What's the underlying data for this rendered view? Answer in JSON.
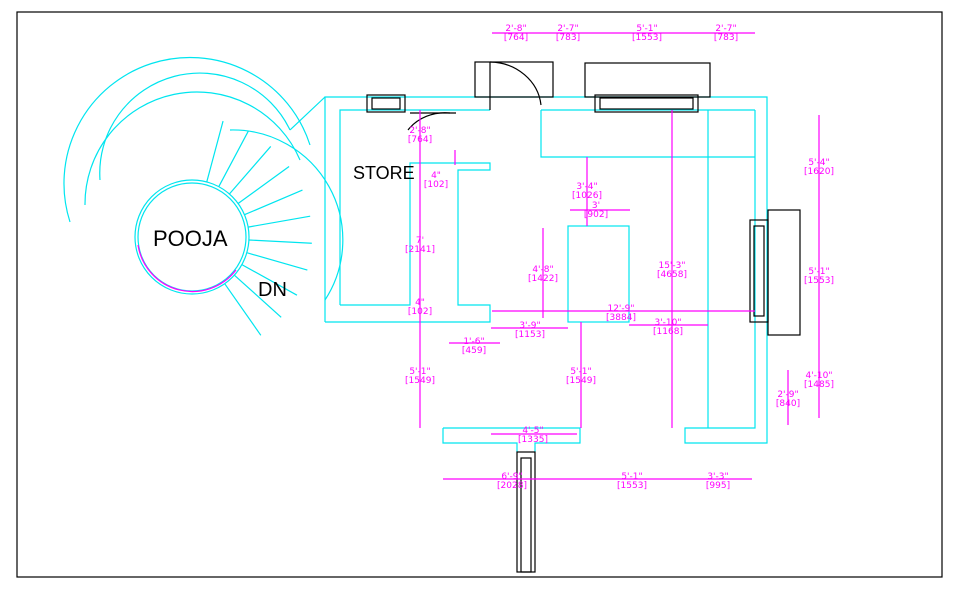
{
  "labels": {
    "store": "STORE",
    "pooja": "POOJA",
    "dn": "DN"
  },
  "colors": {
    "walls": "#00e5ef",
    "dimensions": "#ff00ff",
    "fixtures": "#000000"
  },
  "dimensions": [
    {
      "imperial": "2'-8\"",
      "metric": "[764]"
    },
    {
      "imperial": "2'-7\"",
      "metric": "[783]"
    },
    {
      "imperial": "5'-1\"",
      "metric": "[1553]"
    },
    {
      "imperial": "2'-7\"",
      "metric": "[783]"
    },
    {
      "imperial": "2'-8\"",
      "metric": "[764]"
    },
    {
      "imperial": "4\"",
      "metric": "[102]"
    },
    {
      "imperial": "3'-4\"",
      "metric": "[1026]"
    },
    {
      "imperial": "3'",
      "metric": "[902]"
    },
    {
      "imperial": "7'",
      "metric": "[2141]"
    },
    {
      "imperial": "4'-8\"",
      "metric": "[1422]"
    },
    {
      "imperial": "15'-3\"",
      "metric": "[4658]"
    },
    {
      "imperial": "5'-4\"",
      "metric": "[1620]"
    },
    {
      "imperial": "5'-1\"",
      "metric": "[1553]"
    },
    {
      "imperial": "4\"",
      "metric": "[102]"
    },
    {
      "imperial": "12'-9\"",
      "metric": "[3884]"
    },
    {
      "imperial": "3'-9\"",
      "metric": "[1153]"
    },
    {
      "imperial": "3'-10\"",
      "metric": "[1168]"
    },
    {
      "imperial": "1'-6\"",
      "metric": "[459]"
    },
    {
      "imperial": "5'-1\"",
      "metric": "[1549]"
    },
    {
      "imperial": "5'-1\"",
      "metric": "[1549]"
    },
    {
      "imperial": "4'-10\"",
      "metric": "[1485]"
    },
    {
      "imperial": "2'-9\"",
      "metric": "[840]"
    },
    {
      "imperial": "4'-5\"",
      "metric": "[1335]"
    },
    {
      "imperial": "6'-9\"",
      "metric": "[2028]"
    },
    {
      "imperial": "5'-1\"",
      "metric": "[1553]"
    },
    {
      "imperial": "3'-3\"",
      "metric": "[995]"
    }
  ]
}
